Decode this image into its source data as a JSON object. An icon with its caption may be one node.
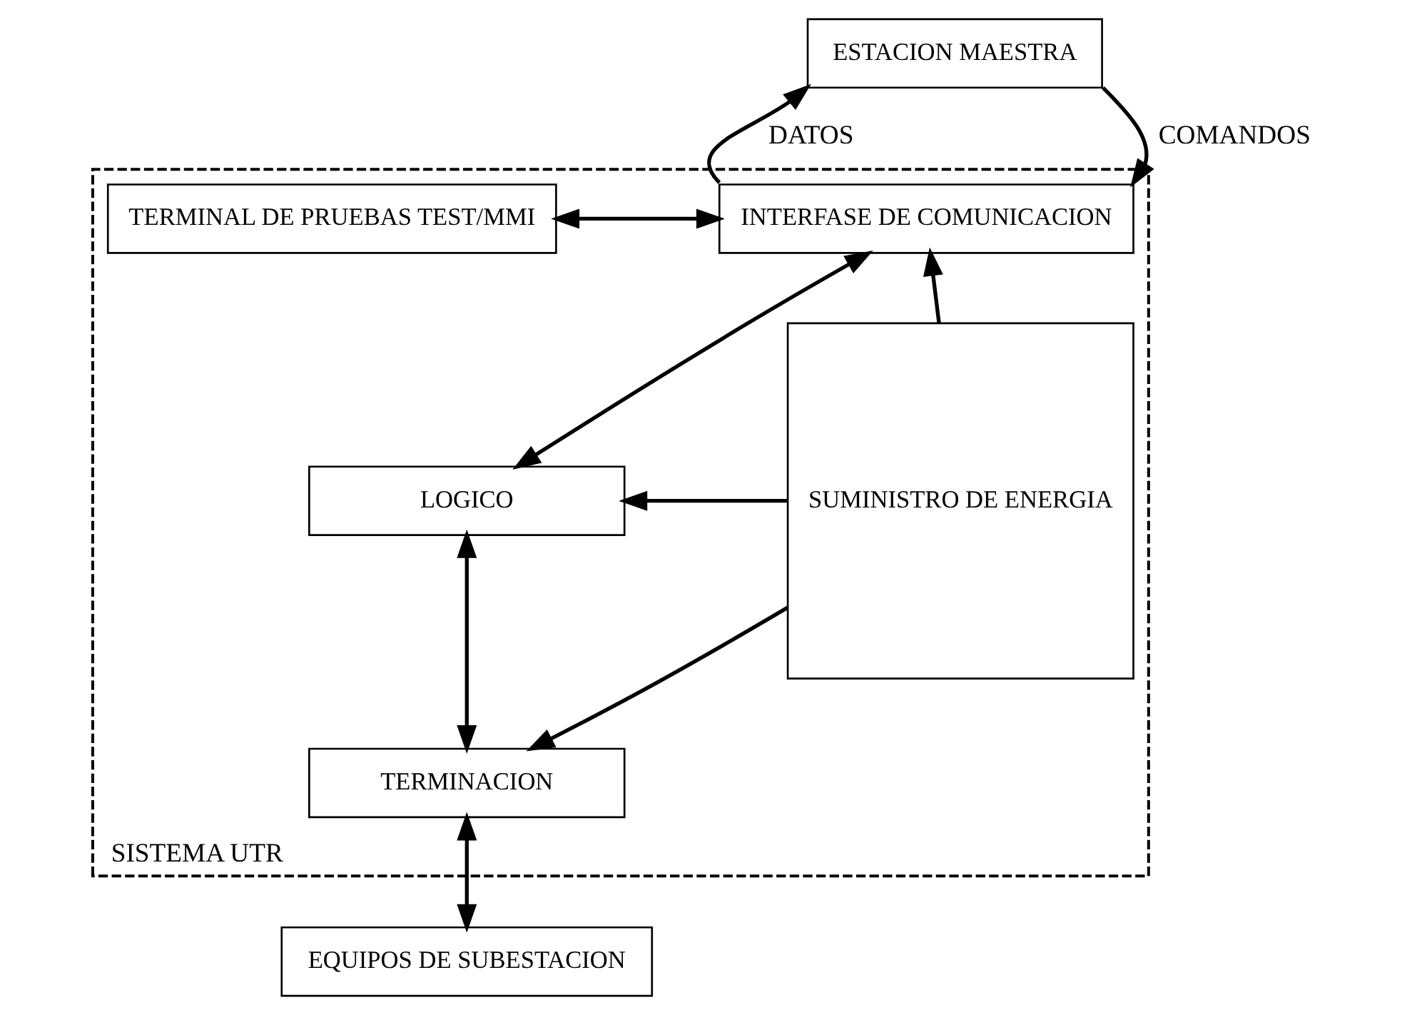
{
  "diagram": {
    "nodes": [
      {
        "text": [
          "ESTACION MAESTRA"
        ]
      },
      {
        "text": [
          "SISTEMA UTR"
        ]
      },
      {
        "text": [
          "TERMINAL DE PRUEBAS TEST/MMI"
        ],
        "in": 1
      },
      {
        "text": [
          "INTERFASE DE COMUNICACION"
        ],
        "in": 1
      },
      {
        "text": [
          "LOGICO"
        ],
        "in": 1
      },
      {
        "text": [
          "TERMINACION"
        ],
        "in": 1
      },
      {
        "text": [
          "SUMINISTRO DE ENERGIA"
        ],
        "in": 1
      },
      {
        "text": [
          "EQUIPOS DE SUBESTACION"
        ]
      }
    ],
    "edges": [
      {
        "from": 3,
        "to": 0,
        "arrow": "to",
        "label": "DATOS"
      },
      {
        "from": 0,
        "to": 3,
        "arrow": "to",
        "label": "COMANDOS"
      },
      {
        "from": 2,
        "to": 3,
        "arrow": "both"
      },
      {
        "from": 3,
        "to": 4,
        "arrow": "both"
      },
      {
        "from": 4,
        "to": 5,
        "arrow": "both"
      },
      {
        "from": 5,
        "to": 7,
        "arrow": "both"
      },
      {
        "from": 6,
        "to": 3,
        "arrow": "to"
      },
      {
        "from": 6,
        "to": 4,
        "arrow": "to"
      },
      {
        "from": 6,
        "to": 5,
        "arrow": "to"
      }
    ]
  }
}
